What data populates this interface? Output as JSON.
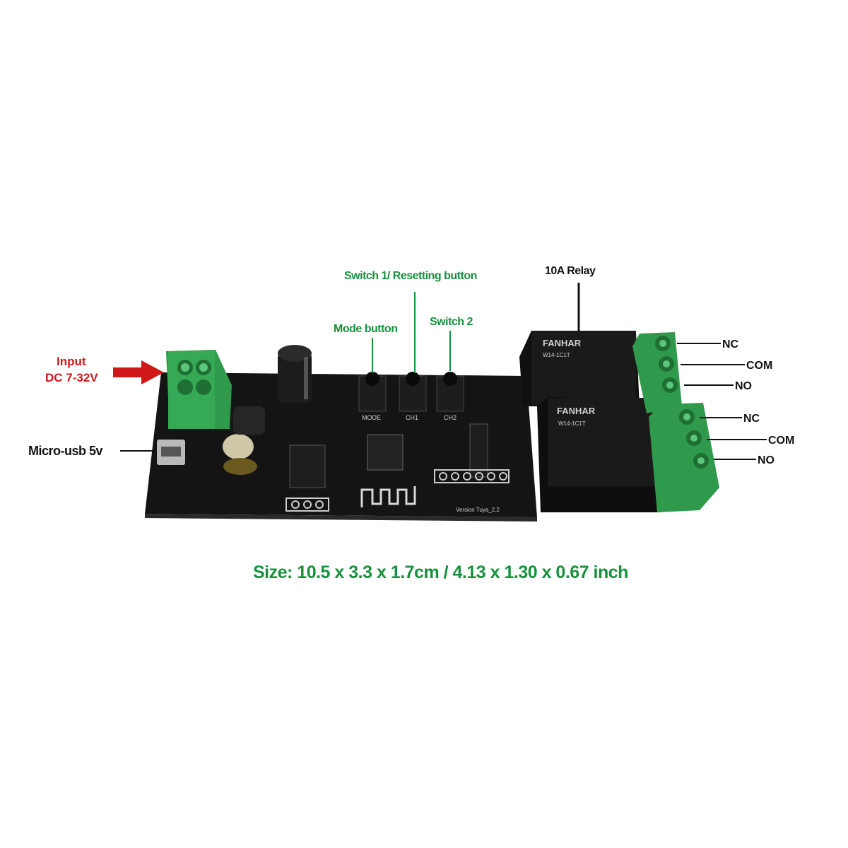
{
  "labels": {
    "input": "Input",
    "input_voltage": "DC 7-32V",
    "micro_usb": "Micro-usb 5v",
    "mode_button": "Mode button",
    "switch1": "Switch 1/ Resetting button",
    "switch2": "Switch 2",
    "relay": "10A Relay",
    "relay1_nc": "NC",
    "relay1_com": "COM",
    "relay1_no": "NO",
    "relay2_nc": "NC",
    "relay2_com": "COM",
    "relay2_no": "NO"
  },
  "board_silkscreen": {
    "mode": "MODE",
    "ch1": "CH1",
    "ch2": "CH2",
    "relay_brand": "FANHAR",
    "relay_model": "W14-1C1T",
    "version": "Version Tuya_2.2"
  },
  "size_caption": "Size: 10.5 x 3.3 x 1.7cm / 4.13 x 1.30 x 0.67 inch",
  "colors": {
    "label_green": "#16913c",
    "label_red": "#d01818",
    "pcb": "#121212",
    "terminal": "#2f9a4c"
  }
}
